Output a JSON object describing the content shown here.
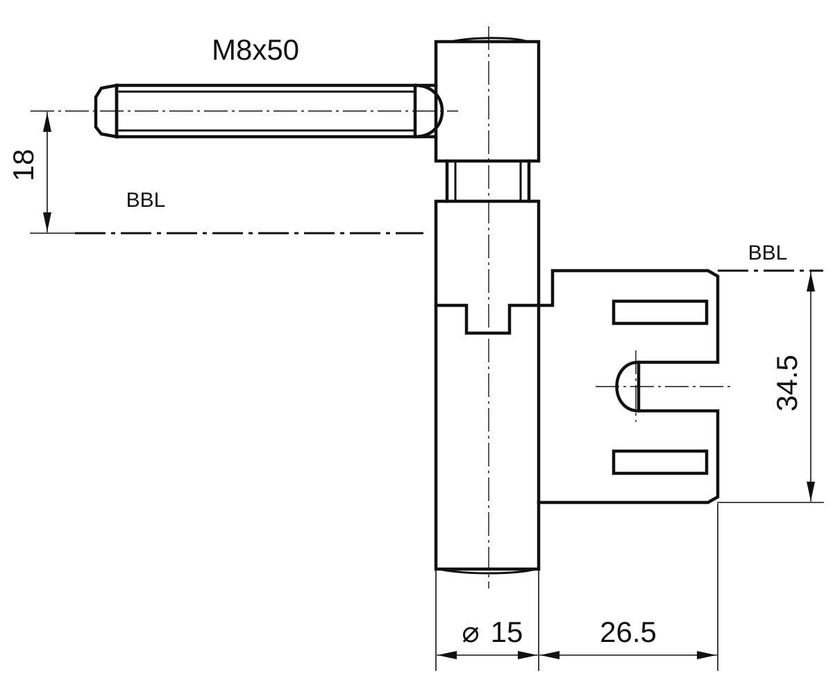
{
  "labels": {
    "thread": "M8x50",
    "bbl_left": "BBL",
    "bbl_right": "BBL"
  },
  "dimensions": {
    "height_to_bbl": "18",
    "leaf_height": "34.5",
    "diameter_symbol": "⌀",
    "diameter": "15",
    "leaf_offset": "26.5"
  }
}
